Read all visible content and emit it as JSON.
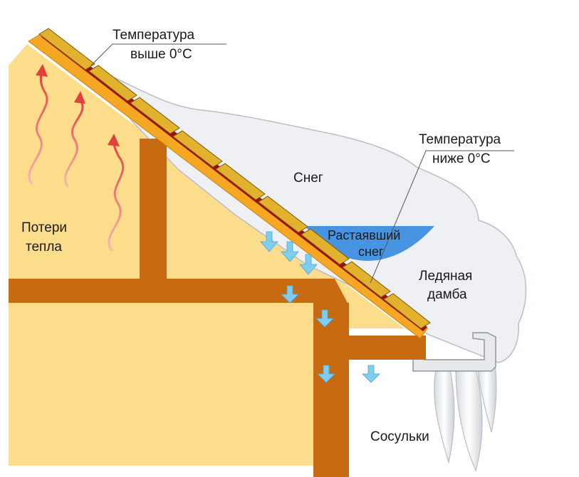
{
  "labels": {
    "temp_above_line1": "Температура",
    "temp_above_line2": "выше 0°C",
    "temp_below_line1": "Температура",
    "temp_below_line2": "ниже 0°C",
    "snow": "Снег",
    "melted_line1": "Растаявший",
    "melted_line2": "снег",
    "ice_dam_line1": "Ледяная",
    "ice_dam_line2": "дамба",
    "heat_loss_line1": "Потери",
    "heat_loss_line2": "тепла",
    "icicles": "Сосульки"
  },
  "colors": {
    "attic_fill": "#fcdd8c",
    "beam": "#c76a11",
    "roof_board": "#f5a623",
    "roof_membrane": "#9b0f0f",
    "shingle": "#e2b22e",
    "snow": "#eef0f3",
    "snow_outline": "#b9bec4",
    "melt_water": "#3d8fe0",
    "drip_arrow": "#7fcdf0",
    "heat_arrow": "#e0413a",
    "gutter": "#e7e9ec"
  }
}
